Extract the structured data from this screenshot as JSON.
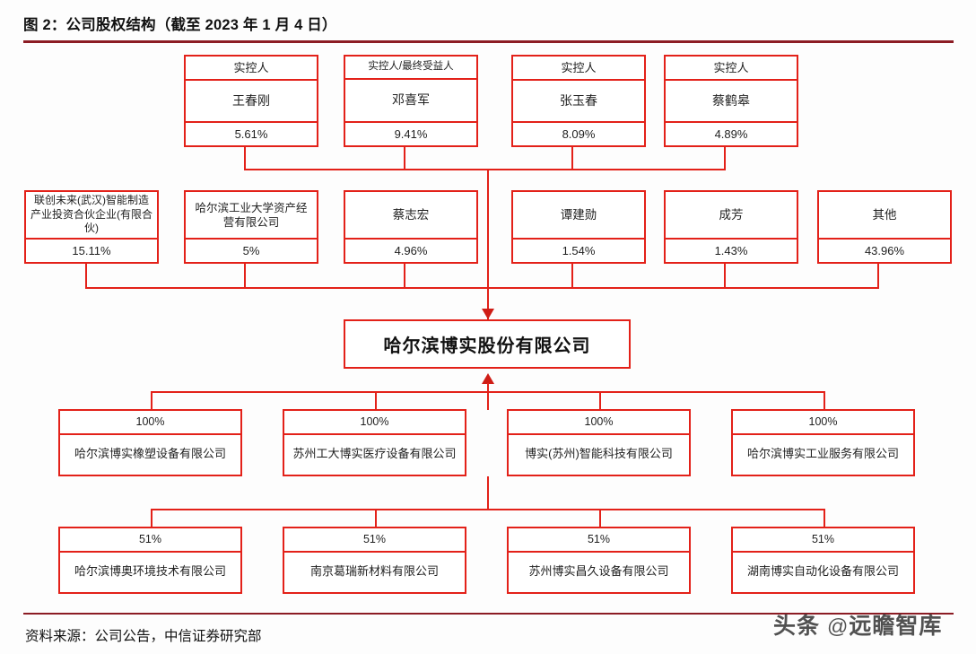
{
  "figure": {
    "title": "图 2：公司股权结构（截至 2023 年 1 月 4 日）",
    "source": "资料来源：公司公告，中信证券研究部",
    "accent_color": "#8c1c24",
    "line_color": "#e32119"
  },
  "watermark": {
    "prefix": "头条 ",
    "at": "@",
    "name": "远瞻智库"
  },
  "chart_data": {
    "type": "diagram",
    "title": "图 2：公司股权结构（截至 2023 年 1 月 4 日）",
    "diagram_kind": "ownership-structure-chart",
    "center_entity": "哈尔滨博实股份有限公司",
    "controllers": [
      {
        "role": "实控人",
        "name": "王春刚",
        "pct": "5.61%"
      },
      {
        "role": "实控人/最终受益人",
        "name": "邓喜军",
        "pct": "9.41%"
      },
      {
        "role": "实控人",
        "name": "张玉春",
        "pct": "8.09%"
      },
      {
        "role": "实控人",
        "name": "蔡鹤皋",
        "pct": "4.89%"
      }
    ],
    "shareholders": [
      {
        "name": "联创未来(武汉)智能制造产业投资合伙企业(有限合伙)",
        "pct": "15.11%"
      },
      {
        "name": "哈尔滨工业大学资产经营有限公司",
        "pct": "5%"
      },
      {
        "name": "蔡志宏",
        "pct": "4.96%"
      },
      {
        "name": "谭建勋",
        "pct": "1.54%"
      },
      {
        "name": "成芳",
        "pct": "1.43%"
      },
      {
        "name": "其他",
        "pct": "43.96%"
      }
    ],
    "subsidiaries_tier1": [
      {
        "pct": "100%",
        "name": "哈尔滨博实橡塑设备有限公司"
      },
      {
        "pct": "100%",
        "name": "苏州工大博实医疗设备有限公司"
      },
      {
        "pct": "100%",
        "name": "博实(苏州)智能科技有限公司"
      },
      {
        "pct": "100%",
        "name": "哈尔滨博实工业服务有限公司"
      }
    ],
    "subsidiaries_tier2": [
      {
        "pct": "51%",
        "name": "哈尔滨博奥环境技术有限公司"
      },
      {
        "pct": "51%",
        "name": "南京葛瑞新材料有限公司"
      },
      {
        "pct": "51%",
        "name": "苏州博实昌久设备有限公司"
      },
      {
        "pct": "51%",
        "name": "湖南博实自动化设备有限公司"
      }
    ]
  }
}
